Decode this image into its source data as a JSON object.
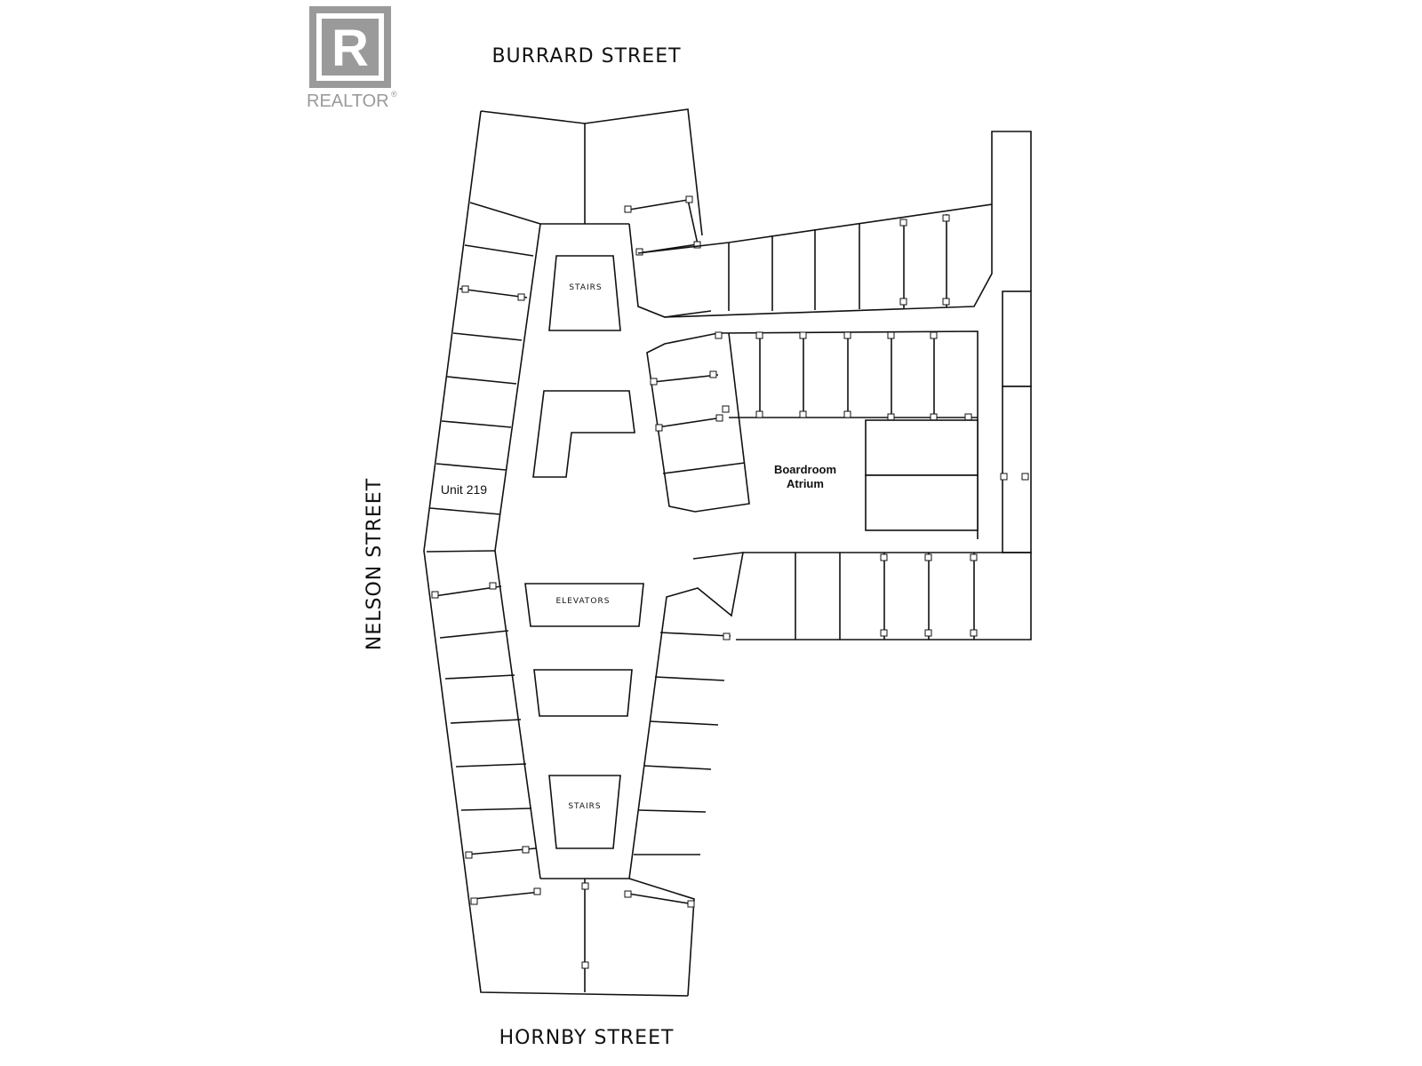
{
  "logo": {
    "name": "realtor-logo",
    "letter": "R",
    "text": "REALTOR",
    "mark": "®",
    "color": "#9a9a9a"
  },
  "streets": {
    "north": "BURRARD STREET",
    "west": "NELSON STREET",
    "south": "HORNBY STREET"
  },
  "labels": {
    "stairs_top": "STAIRS",
    "stairs_bottom": "STAIRS",
    "elevators": "ELEVATORS",
    "unit": "Unit 219",
    "boardroom_line1": "Boardroom",
    "boardroom_line2": "Atrium"
  },
  "colors": {
    "line": "#111111",
    "background": "#ffffff"
  }
}
